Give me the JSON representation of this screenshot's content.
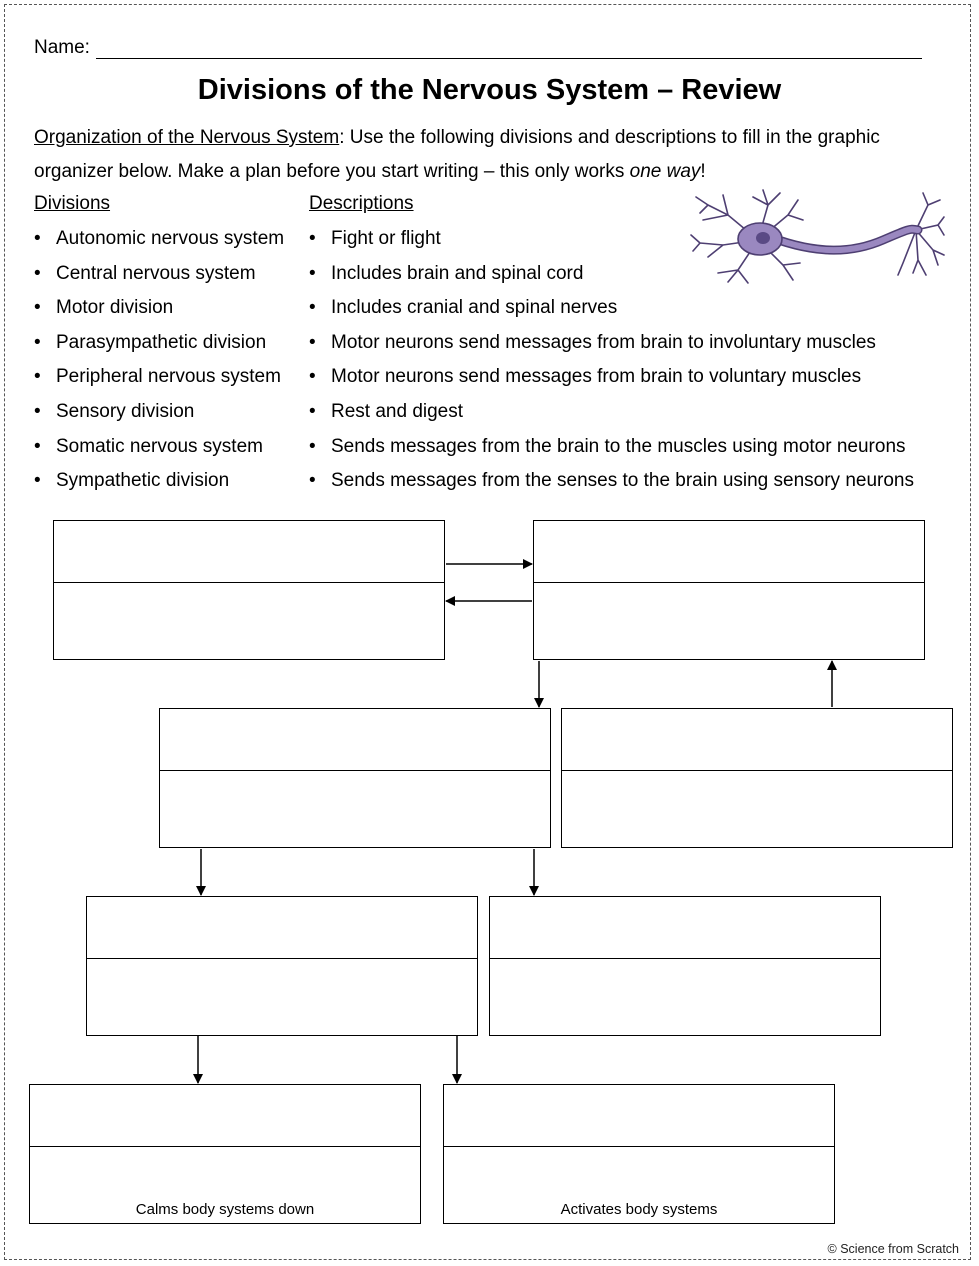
{
  "header": {
    "name_label": "Name:",
    "title": "Divisions of the Nervous System – Review"
  },
  "intro": {
    "lead": "Organization of the Nervous System",
    "text_1": ": Use the following divisions and descriptions to fill in the graphic organizer below. Make a plan before you start writing – this only works ",
    "emphasis": "one way",
    "text_2": "!"
  },
  "divisions": {
    "heading": "Divisions",
    "items": [
      "Autonomic nervous system",
      "Central nervous system",
      "Motor division",
      "Parasympathetic division",
      "Peripheral nervous system",
      "Sensory division",
      "Somatic nervous system",
      "Sympathetic division"
    ]
  },
  "descriptions": {
    "heading": "Descriptions",
    "items": [
      "Fight or flight",
      "Includes brain and spinal cord",
      "Includes cranial and spinal nerves",
      "Motor neurons send messages from brain to involuntary muscles",
      "Motor neurons send messages from brain to voluntary muscles",
      "Rest and digest",
      "Sends messages from the brain to the muscles using motor neurons",
      "Sends messages from the senses to the brain using sensory neurons"
    ]
  },
  "organizer": {
    "calms_caption": "Calms body systems down",
    "activates_caption": "Activates body systems"
  },
  "image": {
    "icon": "neuron-illustration"
  },
  "footer": {
    "copyright": "© Science from Scratch"
  },
  "colors": {
    "neuron_body": "#9a88c0",
    "neuron_outline": "#4e3f72"
  }
}
